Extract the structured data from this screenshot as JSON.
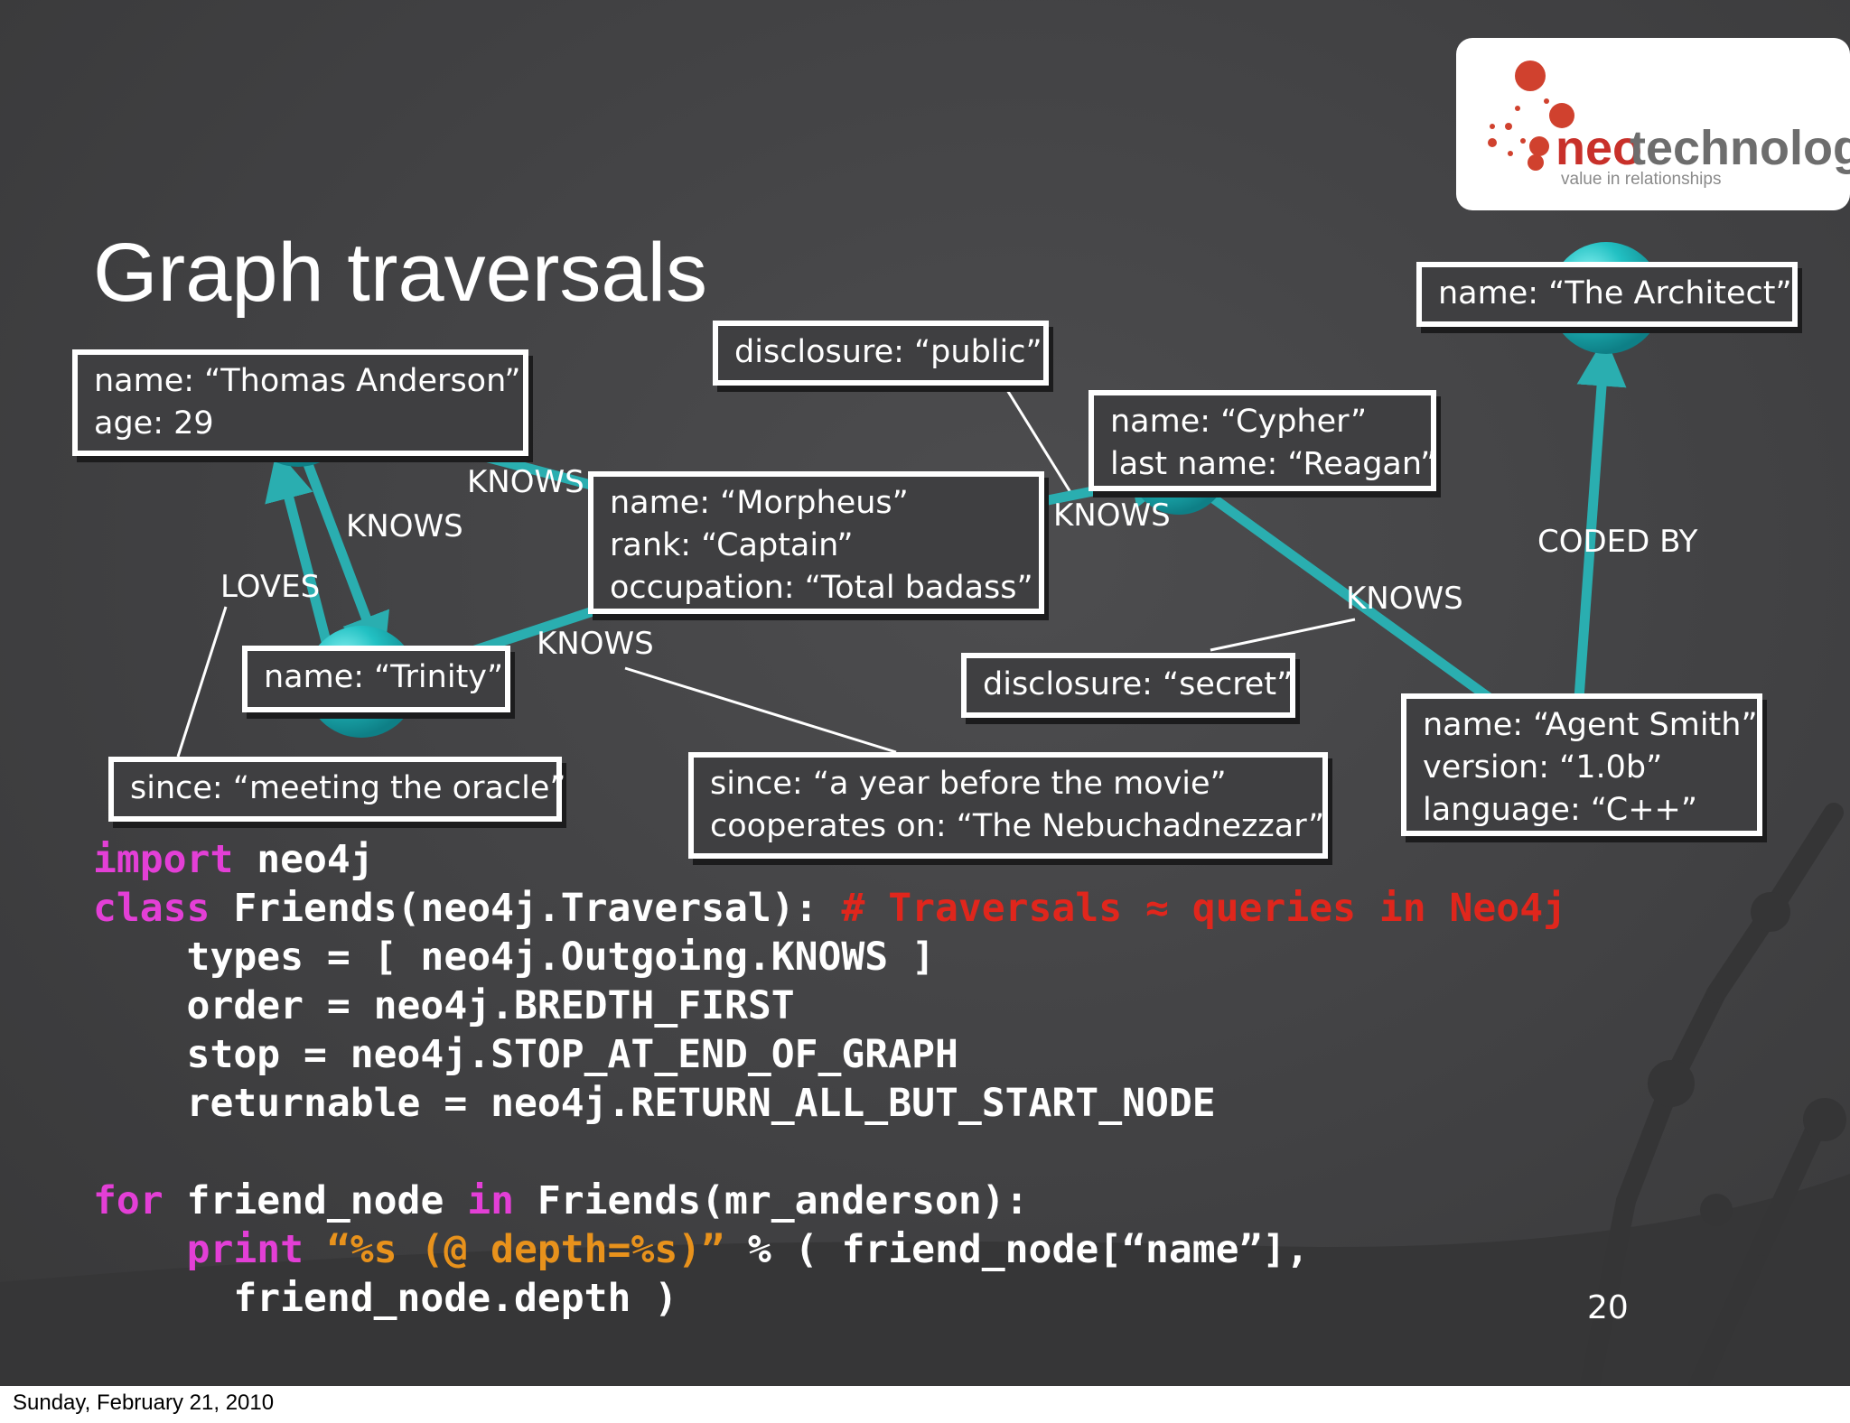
{
  "slide": {
    "title": "Graph traversals",
    "page_number": "20",
    "footer_date": "Sunday, February 21, 2010"
  },
  "logo": {
    "brand_neo": "neo",
    "brand_technology": "technology",
    "tagline": "value in relationships",
    "colors": {
      "neo": "#c8302a",
      "technology": "#6d6d6d",
      "dots": "#d0412e"
    }
  },
  "nodes": {
    "thomas": [
      "name: “Thomas Anderson”",
      "age: 29"
    ],
    "morpheus": [
      "name: “Morpheus”",
      "rank: “Captain”",
      "occupation: “Total badass”"
    ],
    "trinity": [
      "name: “Trinity”"
    ],
    "cypher": [
      "name: “Cypher”",
      "last name: “Reagan”"
    ],
    "architect": [
      "name: “The Architect”"
    ],
    "smith": [
      "name: “Agent Smith”",
      "version: “1.0b”",
      "language: “C++”"
    ]
  },
  "relationship_props": {
    "public": [
      "disclosure: “public”"
    ],
    "secret": [
      "disclosure: “secret”"
    ],
    "oracle": [
      "since: “meeting the oracle”"
    ],
    "movie": [
      "since: “a year before the movie”",
      "cooperates on: “The Nebuchadnezzar”"
    ]
  },
  "relationships": {
    "knows_thomas_morpheus": "KNOWS",
    "knows_thomas_trinity": "KNOWS",
    "loves": "LOVES",
    "knows_trinity_morpheus": "KNOWS",
    "knows_morpheus_cypher": "KNOWS",
    "knows_cypher_smith": "KNOWS",
    "coded_by": "CODED BY"
  },
  "code": {
    "l1_kw": "import",
    "l1_rest": " neo4j",
    "l2_kw": "class",
    "l2_rest": " Friends(neo4j.Traversal): ",
    "l2_comment": "# Traversals ≈ queries in Neo4j",
    "l3": "    types = [ neo4j.Outgoing.KNOWS ]",
    "l4": "    order = neo4j.BREDTH_FIRST",
    "l5": "    stop = neo4j.STOP_AT_END_OF_GRAPH",
    "l6": "    returnable = neo4j.RETURN_ALL_BUT_START_NODE",
    "l8_kw1": "for",
    "l8_mid": " friend_node ",
    "l8_kw2": "in",
    "l8_rest": " Friends(mr_anderson):",
    "l9_indent": "    ",
    "l9_kw": "print",
    "l9_str": " “%s (@ depth=%s)”",
    "l9_rest": " % ( friend_node[“name”],",
    "l10": "      friend_node.depth )"
  },
  "colors": {
    "background": "#414143",
    "node": "#2fc6c6",
    "edge": "#2aaeb0",
    "keyword": "#e33fd6",
    "comment": "#e0261c",
    "string": "#e8921c"
  }
}
